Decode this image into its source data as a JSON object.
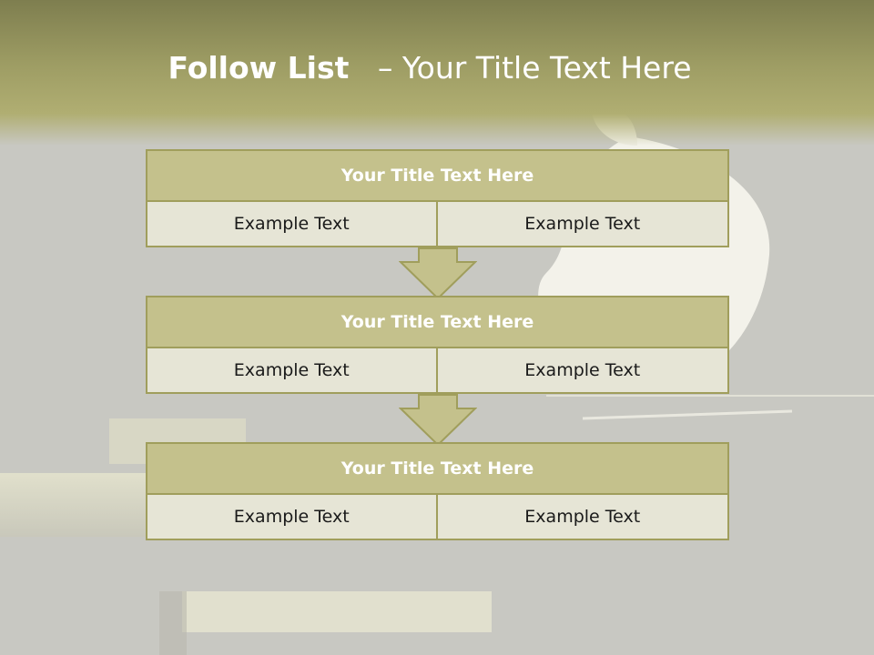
{
  "slide": {
    "title_bold": "Follow List",
    "title_rest": "– Your Title Text Here"
  },
  "blocks": [
    {
      "title": "Your Title Text Here",
      "cells": [
        "Example Text",
        "Example Text"
      ]
    },
    {
      "title": "Your Title Text Here",
      "cells": [
        "Example Text",
        "Example Text"
      ]
    },
    {
      "title": "Your Title Text Here",
      "cells": [
        "Example Text",
        "Example Text"
      ]
    }
  ],
  "colors": {
    "accent": "#c4c18c",
    "border": "#a09e5c",
    "cell_bg": "#e6e5d6",
    "title_band": "#9e9d64"
  },
  "icons": [
    "down-arrow-icon"
  ]
}
